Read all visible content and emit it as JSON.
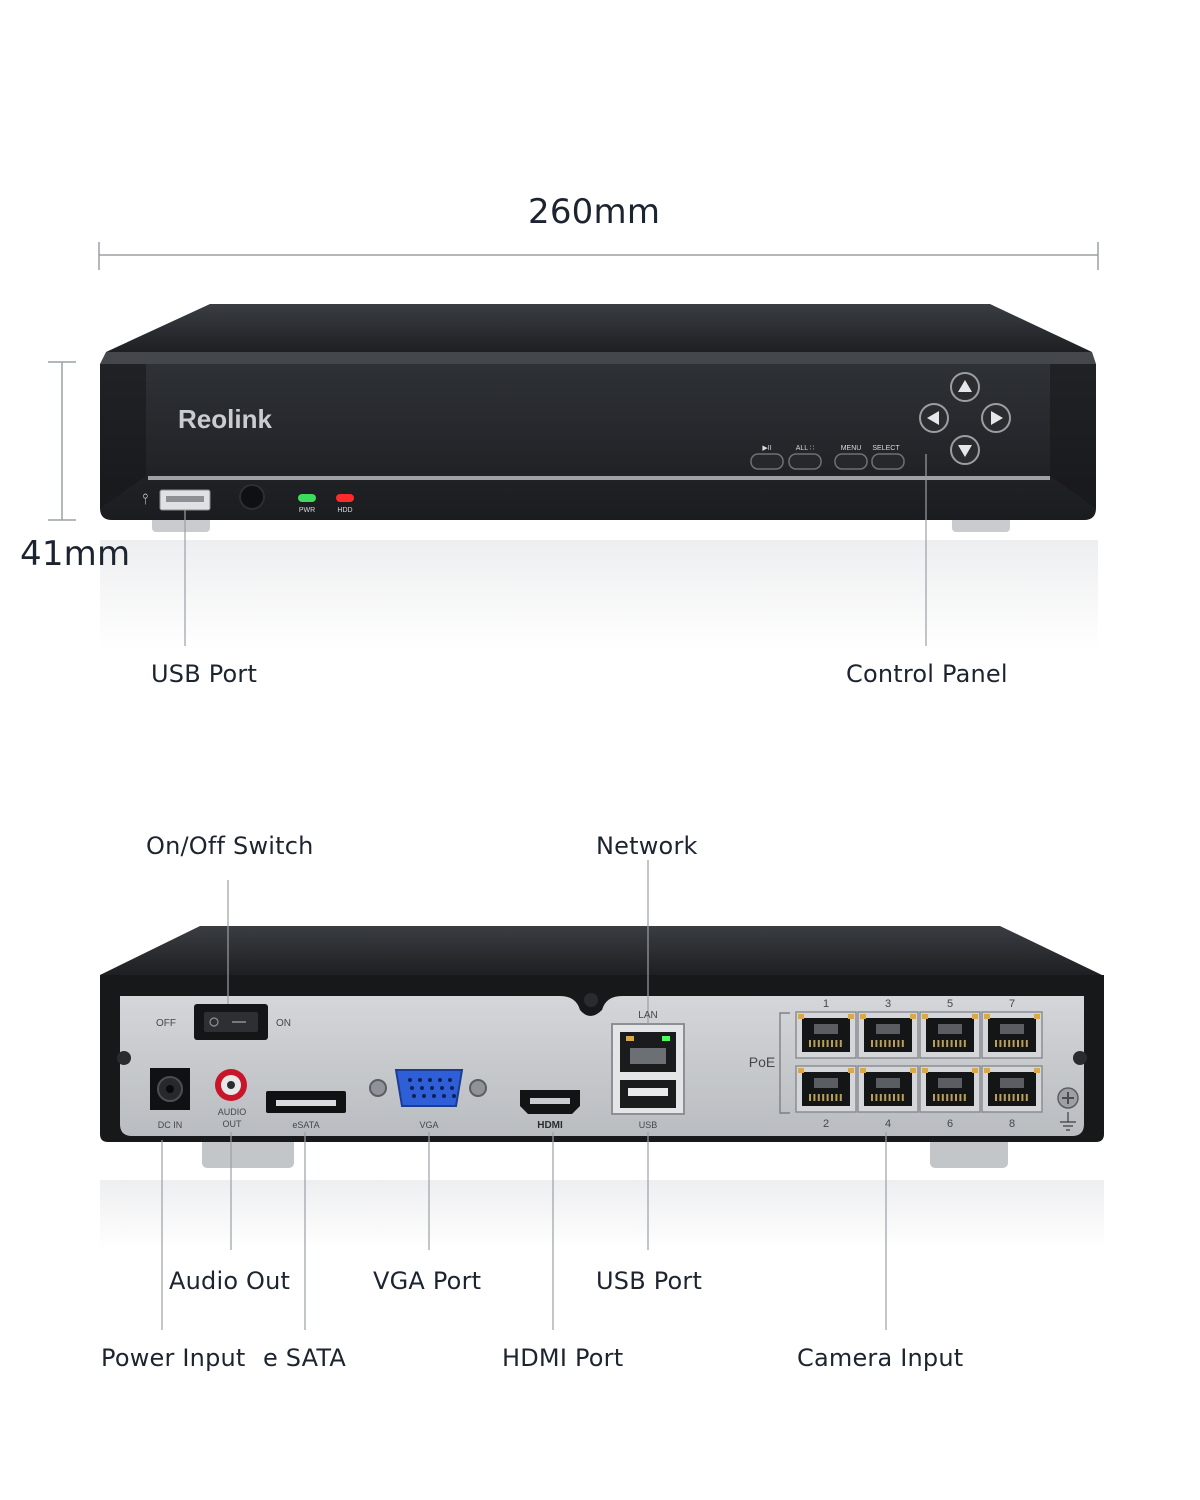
{
  "dimensions": {
    "width": "260mm",
    "height": "41mm"
  },
  "front": {
    "brand": "Reolink",
    "usb_symbol": "⫯",
    "leds": {
      "power": "PWR",
      "hdd": "HDD"
    },
    "buttons": {
      "play_pause": "▶II",
      "all": "ALL ∷",
      "menu": "MENU",
      "select": "SELECT"
    },
    "led_colors": {
      "power": "#3ddc5a",
      "hdd": "#ff2a2a"
    },
    "callouts": {
      "usb": "USB Port",
      "control": "Control Panel"
    }
  },
  "rear": {
    "switch": {
      "off": "OFF",
      "on": "ON"
    },
    "ports": {
      "dc_in": "DC IN",
      "audio_out_1": "AUDIO",
      "audio_out_2": "OUT",
      "esata": "eSATA",
      "vga": "VGA",
      "hdmi": "HDMI",
      "lan": "LAN",
      "usb": "USB",
      "poe": "PoE"
    },
    "poe_top": [
      "1",
      "3",
      "5",
      "7"
    ],
    "poe_bottom": [
      "2",
      "4",
      "6",
      "8"
    ],
    "callouts": {
      "switch": "On/Off Switch",
      "network": "Network",
      "audio": "Audio Out",
      "vga": "VGA Port",
      "usb": "USB Port",
      "power": "Power Input",
      "esata": "e SATA",
      "hdmi": "HDMI Port",
      "camera": "Camera Input"
    }
  }
}
